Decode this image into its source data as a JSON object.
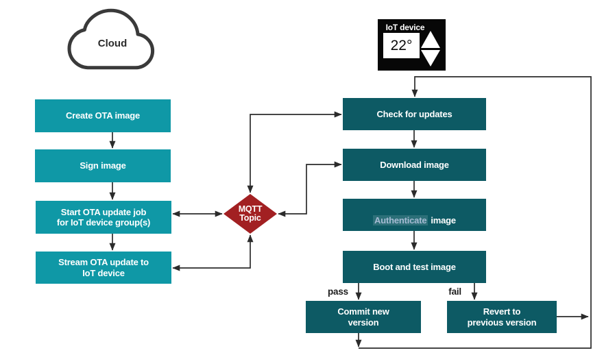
{
  "colors": {
    "cloud_step_fill": "#0F98A6",
    "device_step_fill": "#0D5A64",
    "mqtt_fill": "#A22022",
    "connector": "#2B2B2B",
    "cloud_outline": "#3A3A3A",
    "authenticate_text": "#A6BBD3",
    "device_bg": "#070707"
  },
  "cloud": {
    "label": "Cloud"
  },
  "iot_device": {
    "label": "IoT device",
    "temperature": "22°"
  },
  "cloud_steps": [
    {
      "label": "Create OTA image"
    },
    {
      "label": "Sign image"
    },
    {
      "label": "Start OTA update job\nfor IoT device group(s)"
    },
    {
      "label": "Stream OTA update to\nIoT device"
    }
  ],
  "mqtt": {
    "label": "MQTT\nTopic"
  },
  "device_steps": [
    {
      "label": "Check for updates"
    },
    {
      "label": "Download image"
    },
    {
      "highlight": "Authenticate",
      "rest": "image"
    },
    {
      "label": "Boot and test image"
    }
  ],
  "outcomes": {
    "pass_label": "pass",
    "fail_label": "fail",
    "commit": {
      "label": "Commit new\nversion"
    },
    "revert": {
      "label": "Revert to\nprevious version"
    }
  }
}
